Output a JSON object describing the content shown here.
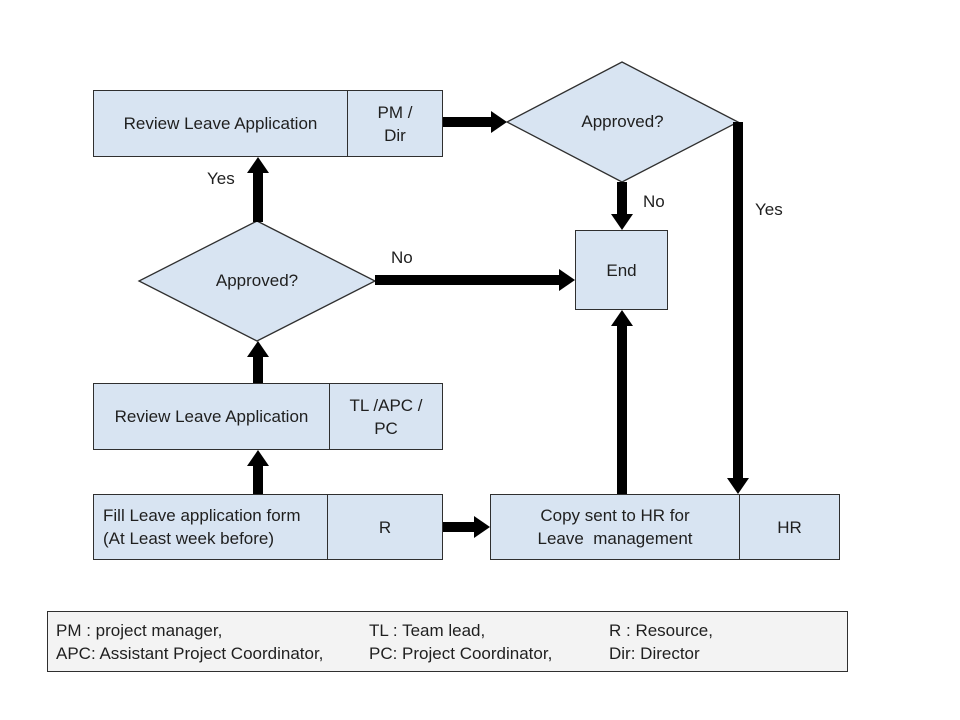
{
  "colors": {
    "node_fill": "#d8e4f2",
    "node_border": "#2f2f2f",
    "arrow": "#000000",
    "legend_fill": "#f3f3f3",
    "canvas_bg": "#ffffff"
  },
  "nodes": {
    "review_top": {
      "label": "Review Leave Application",
      "role": "PM /\nDir"
    },
    "approved_top": {
      "label": "Approved?"
    },
    "end": {
      "label": "End"
    },
    "approved_mid": {
      "label": "Approved?"
    },
    "review_mid": {
      "label": "Review Leave Application",
      "role": "TL /APC /\nPC"
    },
    "fill_form": {
      "label": "Fill Leave application form\n(At Least week before)",
      "role": "R"
    },
    "copy_hr": {
      "label": "Copy sent to HR for\nLeave  management",
      "role": "HR"
    }
  },
  "edge_labels": {
    "yes_to_review_top": "Yes",
    "no_top_to_end": "No",
    "yes_to_hr": "Yes",
    "no_mid_to_end": "No"
  },
  "legend": {
    "columns": [
      [
        "PM : project manager,",
        "APC: Assistant Project Coordinator,"
      ],
      [
        "TL : Team lead,",
        "PC: Project Coordinator,"
      ],
      [
        "R : Resource,",
        "Dir: Director"
      ]
    ]
  }
}
